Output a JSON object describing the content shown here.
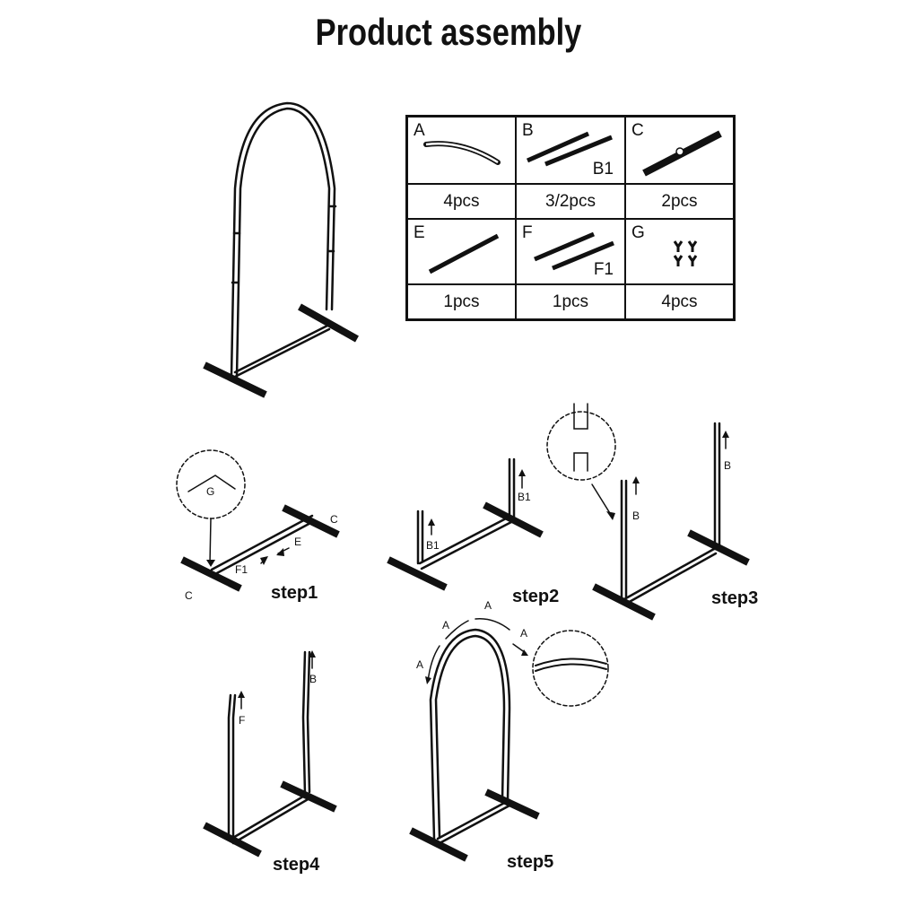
{
  "title": "Product assembly",
  "parts": [
    {
      "letter": "A",
      "sub": "",
      "qty": "4pcs",
      "icon": "curved-tube-icon"
    },
    {
      "letter": "B",
      "sub": "B1",
      "qty": "3/2pcs",
      "icon": "straight-tubes-icon"
    },
    {
      "letter": "C",
      "sub": "",
      "qty": "2pcs",
      "icon": "base-bar-icon"
    },
    {
      "letter": "E",
      "sub": "",
      "qty": "1pcs",
      "icon": "single-tube-icon"
    },
    {
      "letter": "F",
      "sub": "F1",
      "qty": "1pcs",
      "icon": "double-tube-icon"
    },
    {
      "letter": "G",
      "sub": "",
      "qty": "4pcs",
      "icon": "connector-icon"
    }
  ],
  "steps": {
    "step1": {
      "label": "step1",
      "labels": {
        "g": "G",
        "c_right": "C",
        "c_left": "C",
        "e": "E",
        "f1": "F1"
      }
    },
    "step2": {
      "label": "step2",
      "labels": {
        "b1_left": "B1",
        "b1_right": "B1"
      }
    },
    "step3": {
      "label": "step3",
      "labels": {
        "b_left": "B",
        "b_right": "B"
      }
    },
    "step4": {
      "label": "step4",
      "labels": {
        "f": "F",
        "b": "B"
      }
    },
    "step5": {
      "label": "step5",
      "labels": {
        "a1": "A",
        "a2": "A",
        "a3": "A",
        "a4": "A"
      }
    }
  }
}
